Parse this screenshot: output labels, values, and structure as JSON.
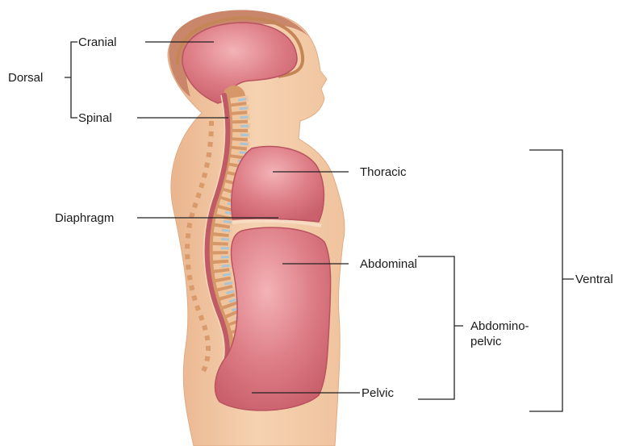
{
  "labels": {
    "dorsal": "Dorsal",
    "cranial": "Cranial",
    "spinal": "Spinal",
    "thoracic": "Thoracic",
    "diaphragm": "Diaphragm",
    "abdominal": "Abdominal",
    "abdomino_line1": "Abdomino-",
    "abdomino_line2": "pelvic",
    "ventral": "Ventral",
    "pelvic": "Pelvic"
  },
  "colors": {
    "skin": "#f2c9a2",
    "skin_shadow": "#e8b389",
    "hair": "#c8876a",
    "cavity": "#d9707a",
    "cavity_light": "#eca0a6",
    "spine_bone": "#d99a6c",
    "disc": "#a9c4d4",
    "line": "#222222"
  }
}
